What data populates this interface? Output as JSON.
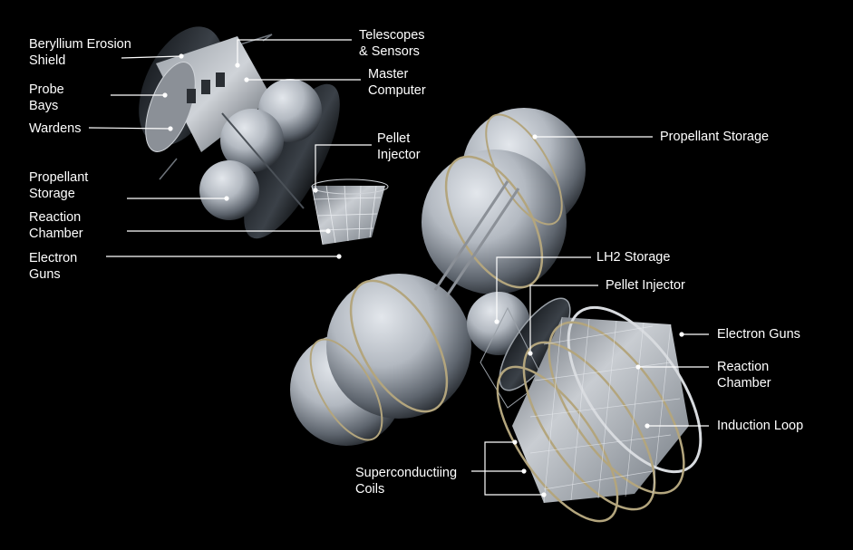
{
  "diagram": {
    "labels": {
      "beryllium_shield": "Beryllium Erosion\nShield",
      "telescopes": "Telescopes\n& Sensors",
      "master_computer": "Master\nComputer",
      "probe_bays": "Probe\nBays",
      "wardens": "Wardens",
      "pellet_injector_small": "Pellet\nInjector",
      "propellant_storage_small": "Propellant\nStorage",
      "reaction_chamber_small": "Reaction\nChamber",
      "electron_guns_small": "Electron\nGuns",
      "propellant_storage_large": "Propellant Storage",
      "lh2_storage": "LH2 Storage",
      "pellet_injector_large": "Pellet Injector",
      "electron_guns_large": "Electron Guns",
      "reaction_chamber_large": "Reaction\nChamber",
      "induction_loop": "Induction Loop",
      "superconducting_coils": "Superconductiing\nCoils"
    },
    "colors": {
      "background": "#000000",
      "text": "#ffffff",
      "leader_line": "#ffffff",
      "sphere_light": "#d9dde2",
      "sphere_dark": "#2c3138",
      "metal": "#8b9097"
    }
  }
}
